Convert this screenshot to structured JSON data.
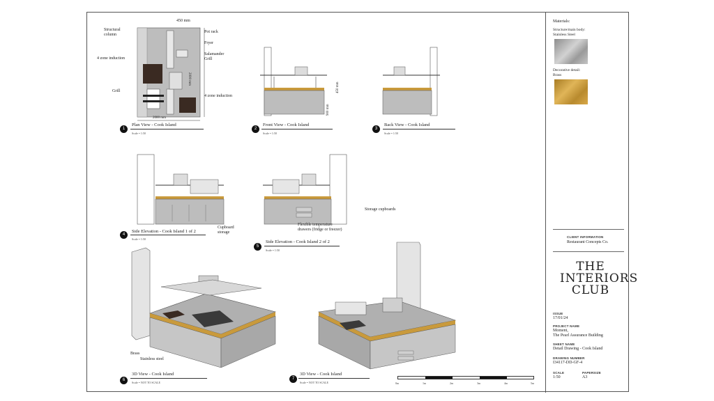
{
  "plan_view": {
    "dim_top": "450 mm",
    "dim_right": "2000 mm",
    "dim_bottom": "2000 mm",
    "label_structural_column": "Structural\ncolumn",
    "label_four_zone_induction_left": "4 zone induction",
    "label_grill": "Grill",
    "label_pot_rack": "Pot rack",
    "label_fryer": "Fryer",
    "label_salamander": "Salamander\nGrill",
    "label_four_zone_induction_right": "4 zone induction",
    "number": "1",
    "caption": "Plan View - Cook Island",
    "scale": "Scale = 1:50"
  },
  "front_view": {
    "dim_450": "450 mm",
    "dim_900": "900 mm",
    "number": "2",
    "caption": "Front View - Cook Island",
    "scale": "Scale = 1:50"
  },
  "back_view": {
    "number": "3",
    "caption": "Back View - Cook Island",
    "scale": "Scale = 1:50"
  },
  "side_one": {
    "label_cupboard": "Cupboard\nstorage",
    "number": "4",
    "caption": "Side Elevation - Cook Island 1 of 2",
    "scale": "Scale = 1:50"
  },
  "side_two": {
    "label_storage": "Storage cupboards",
    "label_drawers": "Flexible temperature\ndrawers (fridge or freezer)",
    "number": "5",
    "caption": "Side Elevation - Cook Island 2 of 2",
    "scale": "Scale = 1:50"
  },
  "view_3d_a": {
    "label_brass": "Brass",
    "label_steel": "Stainless steel",
    "number": "6",
    "caption": "3D View - Cook Island",
    "scale": "Scale = NOT TO SCALE"
  },
  "view_3d_b": {
    "number": "7",
    "caption": "3D View - Cook Island",
    "scale": "Scale = NOT TO SCALE"
  },
  "scale_bar": {
    "ticks": [
      "0m",
      "1m",
      "2m",
      "3m",
      "4m",
      "5m"
    ]
  },
  "title_block": {
    "materials_heading": "Materials:",
    "material_1": "Structure/main body:\nStainless Steel",
    "material_2": "Decorative detail:\nBrass",
    "client_label": "CLIENT INFORMATION",
    "client_value": "Restaurant Concepts Co.",
    "logo": "THE\nINTERIORS\nCLUB",
    "issue_label": "ISSUE",
    "issue_value": "17/01/24",
    "project_label": "PROJECT NAME",
    "project_value": "Moment,\nThe Pearl Assurance Building",
    "sheet_label": "SHEET NAME",
    "sheet_value": "Detail Drawing - Cook Island",
    "drawing_label": "DRAWING NUMBER",
    "drawing_value": "I34117-DD-GF-4",
    "scale_label": "SCALE",
    "scale_value": "1:50",
    "paper_label": "PAPERSIZE",
    "paper_value": "A3"
  },
  "colors": {
    "steel": "#b9b9b9",
    "brass": "#c99a3c",
    "dark_hob": "#3a2a22",
    "ink": "#222222"
  }
}
